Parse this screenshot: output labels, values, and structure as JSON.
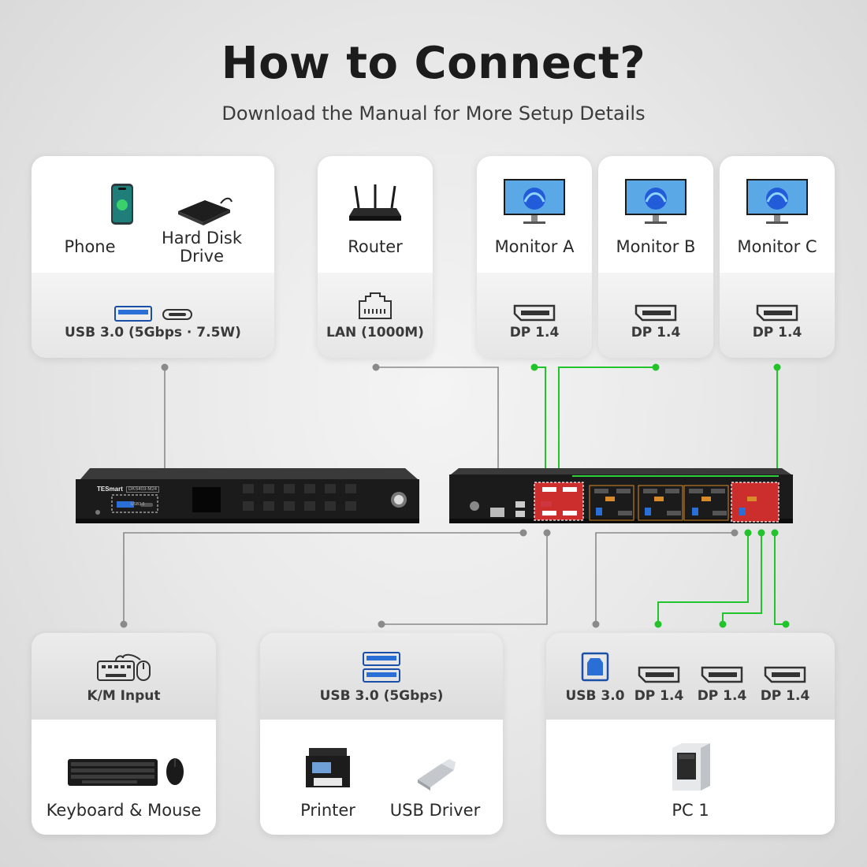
{
  "header": {
    "title": "How to Connect?",
    "subtitle": "Download the Manual for More Setup Details"
  },
  "top_cards": {
    "usb": {
      "device1": "Phone",
      "device2_line1": "Hard Disk",
      "device2_line2": "Drive",
      "port": "USB 3.0 (5Gbps · 7.5W)"
    },
    "lan": {
      "device": "Router",
      "port": "LAN (1000M)"
    },
    "monitor_a": {
      "device": "Monitor A",
      "port": "DP 1.4"
    },
    "monitor_b": {
      "device": "Monitor B",
      "port": "DP 1.4"
    },
    "monitor_c": {
      "device": "Monitor C",
      "port": "DP 1.4"
    }
  },
  "bottom_cards": {
    "km": {
      "port": "K/M Input",
      "device": "Keyboard & Mouse"
    },
    "usb_hub": {
      "port": "USB 3.0 (5Gbps)",
      "device1": "Printer",
      "device2": "USB Driver"
    },
    "pc": {
      "port1": "USB 3.0",
      "port2": "DP 1.4",
      "port3": "DP 1.4",
      "port4": "DP 1.4",
      "device": "PC 1"
    }
  },
  "kvm": {
    "brand": "TESmart",
    "model": "DKS403-M24",
    "usb_label": "USB3.0"
  },
  "colors": {
    "green_wire": "#22c32b",
    "grey_wire": "#8a8a8a",
    "highlight_red": "#e03030",
    "port_orange": "#d98b2a",
    "usb_blue": "#2a6fd6"
  }
}
